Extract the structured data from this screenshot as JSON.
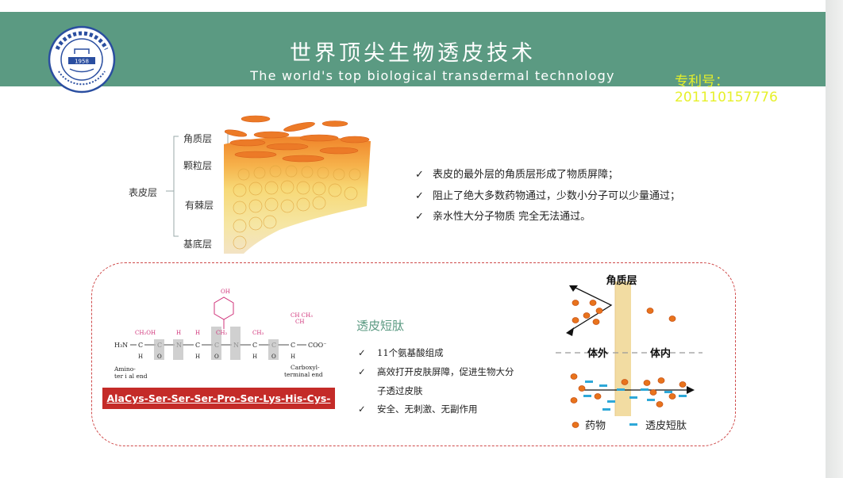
{
  "header": {
    "title_cn": "世界顶尖生物透皮技术",
    "title_en": "The world's top biological transdermal technology",
    "patent": "专利号：201110157776",
    "logo": {
      "icon": "university-seal-icon",
      "year": "1958",
      "name_cn": "西南科技大学",
      "name_en": "University of Science and Technology of China"
    }
  },
  "skin": {
    "group_label": "表皮层",
    "layers": [
      "角质层",
      "颗粒层",
      "有棘层",
      "基底层"
    ]
  },
  "barrier_points": [
    "表皮的最外层的角质层形成了物质屏障；",
    "阻止了绝大多数药物通过，少数小分子可以少量通过；",
    "亲水性大分子物质  完全无法通过。"
  ],
  "peptide": {
    "amino_label": "Amino-\nter  i al end",
    "carboxyl_label": "Carboxyl-\nterminal end",
    "sequence": "AlaCys-Ser-Ser-Ser-Pro-Ser-Lys-His-Cys-Gly"
  },
  "short_peptide": {
    "title": "透皮短肽",
    "features": [
      "11个氨基酸组成",
      "高效打开皮肤屏障，促进生物大分",
      "子透过皮肤",
      "安全、无刺激、无副作用"
    ]
  },
  "diagram": {
    "top_label": "角质层",
    "outside_label": "体外",
    "inside_label": "体内",
    "legend_drug": "药物",
    "legend_peptide": "透皮短肽",
    "colors": {
      "drug": "#e8731c",
      "peptide": "#2ea8d8",
      "barrier": "#f2dca2"
    }
  }
}
